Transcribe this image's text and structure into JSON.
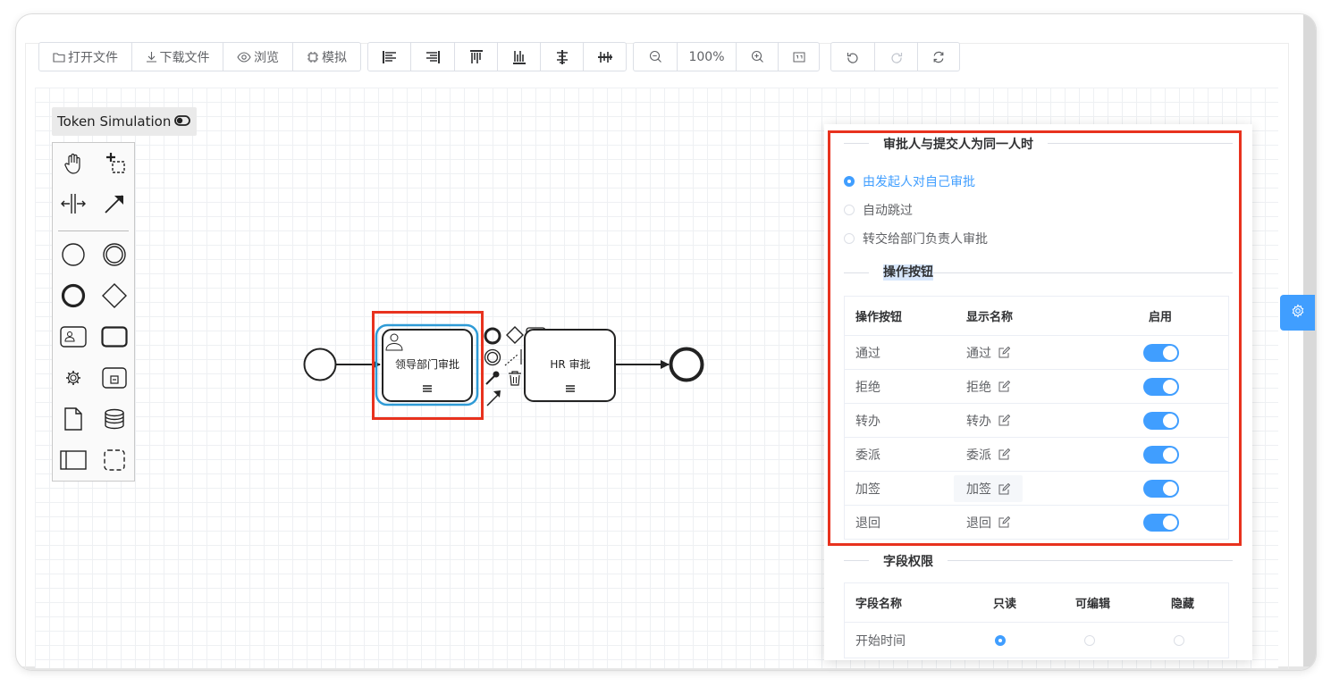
{
  "toolbar": {
    "file_group": {
      "open": "打开文件",
      "download": "下载文件",
      "preview": "浏览",
      "simulate": "模拟"
    },
    "align_group": [
      "align-left-icon",
      "align-right-icon",
      "align-top-icon",
      "align-bottom-icon",
      "align-center-icon",
      "align-middle-icon"
    ],
    "zoom": {
      "value": "100%"
    },
    "history_group": [
      "undo-icon",
      "redo-icon",
      "restart-icon"
    ]
  },
  "token_simulation": {
    "label": "Token Simulation"
  },
  "diagram": {
    "task1_label": "领导部门审批",
    "task2_label": "HR 审批"
  },
  "properties": {
    "same_person_section": {
      "title": "审批人与提交人为同一人时",
      "options": [
        {
          "label": "由发起人对自己审批",
          "selected": true
        },
        {
          "label": "自动跳过",
          "selected": false
        },
        {
          "label": "转交给部门负责人审批",
          "selected": false
        }
      ]
    },
    "buttons_section": {
      "title": "操作按钮",
      "columns": [
        "操作按钮",
        "显示名称",
        "启用"
      ],
      "rows": [
        {
          "name": "通过",
          "display": "通过",
          "enabled": true
        },
        {
          "name": "拒绝",
          "display": "拒绝",
          "enabled": true
        },
        {
          "name": "转办",
          "display": "转办",
          "enabled": true
        },
        {
          "name": "委派",
          "display": "委派",
          "enabled": true
        },
        {
          "name": "加签",
          "display": "加签",
          "enabled": true
        },
        {
          "name": "退回",
          "display": "退回",
          "enabled": true
        }
      ]
    },
    "fields_section": {
      "title": "字段权限",
      "columns": [
        "字段名称",
        "只读",
        "可编辑",
        "隐藏"
      ],
      "rows": [
        {
          "name": "开始时间",
          "permission": "只读"
        }
      ]
    }
  },
  "colors": {
    "primary": "#409eff",
    "highlight_red": "#e8321e",
    "selection_blue": "#2f9bd6"
  }
}
